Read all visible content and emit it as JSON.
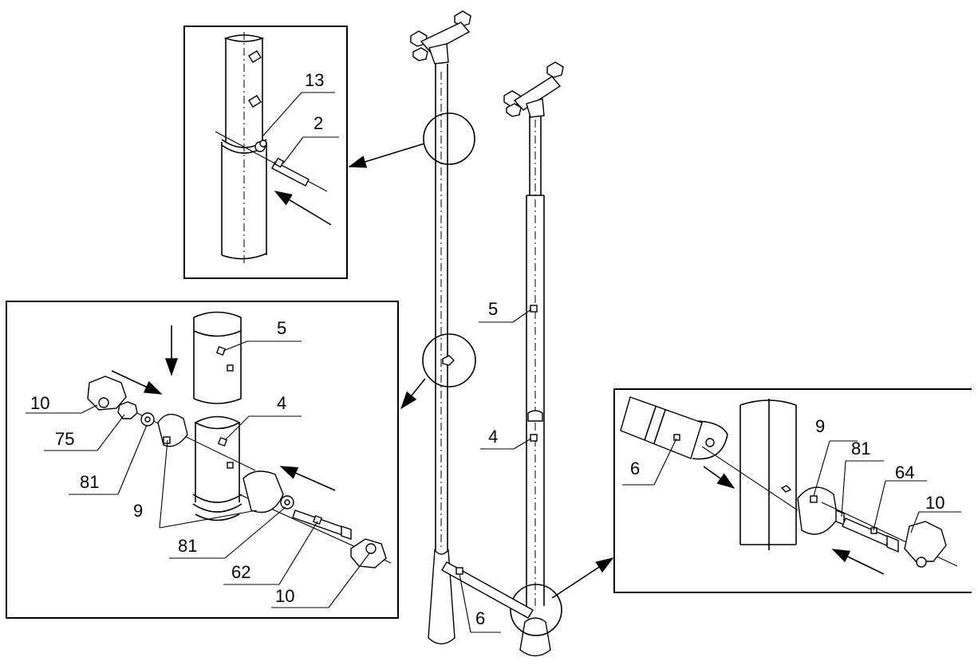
{
  "callouts": {
    "top_detail": {
      "label_13": "13",
      "label_2": "2"
    },
    "left_detail": {
      "label_5": "5",
      "label_4": "4",
      "label_10a": "10",
      "label_75": "75",
      "label_81a": "81",
      "label_9": "9",
      "label_81b": "81",
      "label_62": "62",
      "label_10b": "10"
    },
    "main": {
      "label_5": "5",
      "label_4": "4",
      "label_6": "6"
    },
    "right_detail": {
      "label_6": "6",
      "label_9": "9",
      "label_81": "81",
      "label_64": "64",
      "label_10": "10"
    }
  }
}
